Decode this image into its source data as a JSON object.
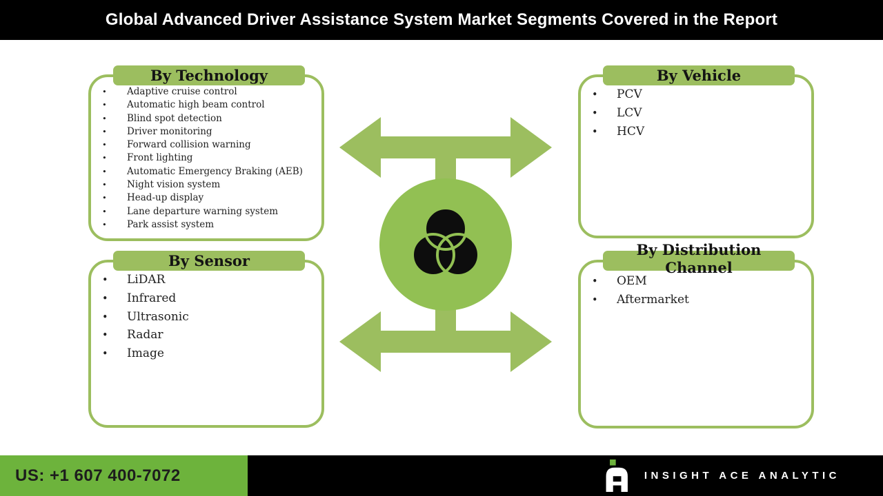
{
  "header": {
    "title": "Global Advanced Driver Assistance System Market Segments Covered in the Report"
  },
  "segments": {
    "technology": {
      "title": "By Technology",
      "items": [
        "Adaptive cruise control",
        "Automatic high beam control",
        "Blind spot detection",
        "Driver monitoring",
        "Forward collision warning",
        "Front lighting",
        "Automatic Emergency Braking (AEB)",
        "Night vision system",
        "Head-up display",
        "Lane departure warning system",
        "Park assist system"
      ]
    },
    "sensor": {
      "title": "By Sensor",
      "items": [
        "LiDAR",
        "Infrared",
        "Ultrasonic",
        "Radar",
        "Image"
      ]
    },
    "vehicle": {
      "title": "By Vehicle",
      "items": [
        "PCV",
        "LCV",
        "HCV"
      ]
    },
    "distribution": {
      "title": "By Distribution Channel",
      "items": [
        "OEM",
        "Aftermarket"
      ]
    }
  },
  "center": {
    "icon": "venn-three-circles"
  },
  "footer": {
    "phone": "US: +1 607 400-7072",
    "brand": "INSIGHT ACE ANALYTIC"
  },
  "colors": {
    "header_bg": "#000000",
    "accent_green": "#9cbe5f",
    "circle_green": "#92c053",
    "footer_green": "#6db33c",
    "text_dark": "#212121",
    "tab_text": "#141414"
  }
}
